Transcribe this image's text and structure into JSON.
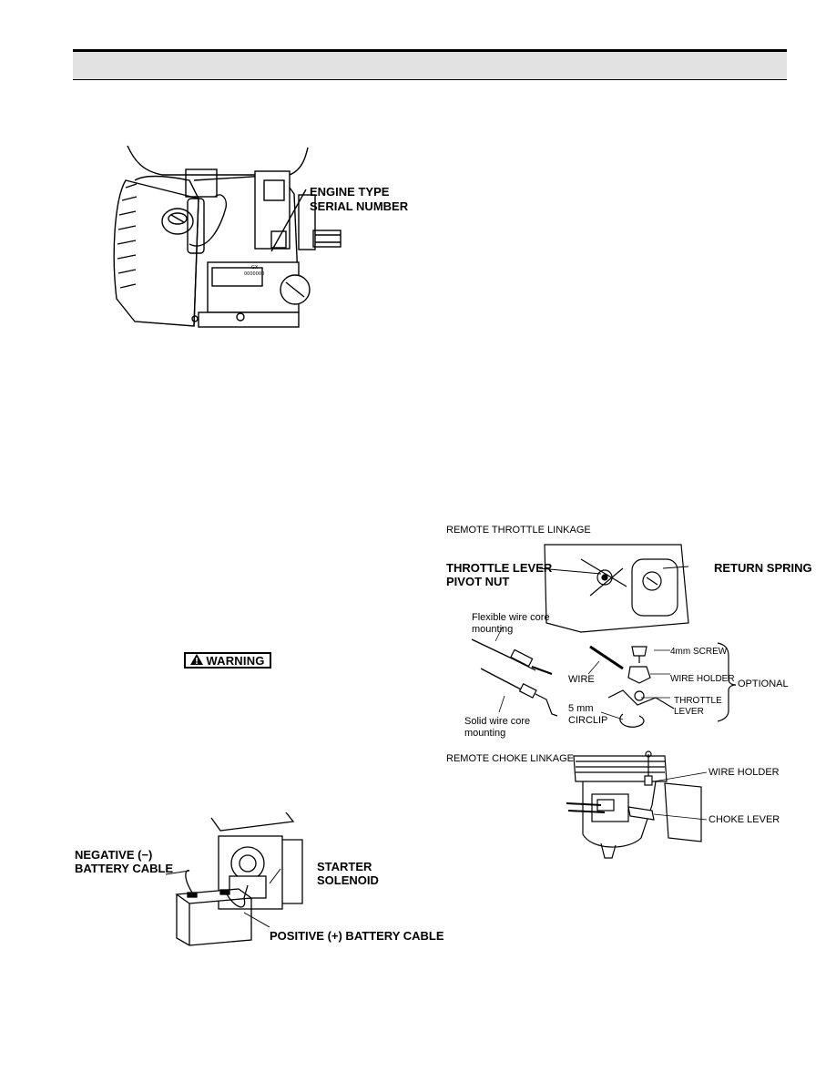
{
  "engine_figure": {
    "callout_line1": "ENGINE TYPE",
    "callout_line2": "SERIAL NUMBER",
    "plate_line1": "GX",
    "plate_line2": "0000000"
  },
  "warning": {
    "label": "WARNING"
  },
  "battery_figure": {
    "negative_label": "NEGATIVE (−)\nBATTERY CABLE",
    "starter_label": "STARTER\nSOLENOID",
    "positive_label": "POSITIVE (+) BATTERY CABLE"
  },
  "throttle_figure": {
    "caption": "REMOTE THROTTLE LINKAGE",
    "pivot_label": "THROTTLE LEVER\nPIVOT NUT",
    "return_spring_label": "RETURN SPRING",
    "flexible_label": "Flexible wire core\nmounting",
    "solid_label": "Solid wire core\nmounting",
    "screw_label": "4mm SCREW",
    "wire_label": "WIRE",
    "wire_holder_label": "WIRE HOLDER",
    "optional_label": "OPTIONAL",
    "throttle_lever_label": "THROTTLE\nLEVER",
    "circlip_label": "5 mm\nCIRCLIP"
  },
  "choke_figure": {
    "caption": "REMOTE CHOKE LINKAGE",
    "wire_holder_label": "WIRE HOLDER",
    "choke_lever_label": "CHOKE LEVER"
  }
}
